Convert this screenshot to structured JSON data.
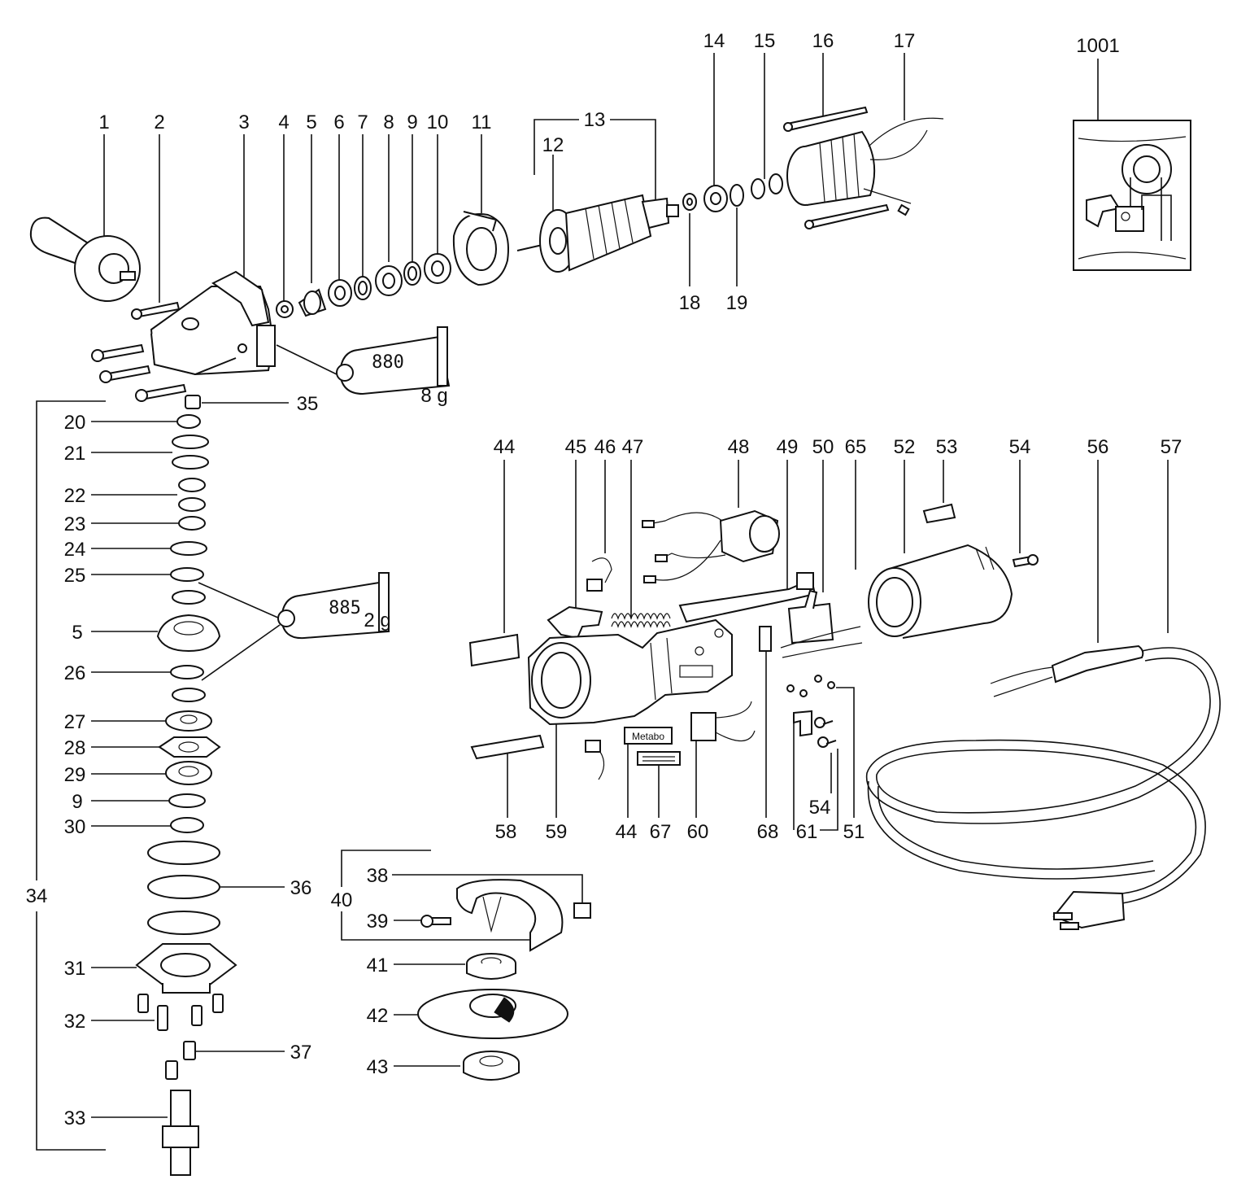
{
  "labels": [
    {
      "id": "1",
      "text": "1"
    },
    {
      "id": "2",
      "text": "2"
    },
    {
      "id": "3",
      "text": "3"
    },
    {
      "id": "4",
      "text": "4"
    },
    {
      "id": "5a",
      "text": "5"
    },
    {
      "id": "6",
      "text": "6"
    },
    {
      "id": "7",
      "text": "7"
    },
    {
      "id": "8",
      "text": "8"
    },
    {
      "id": "9a",
      "text": "9"
    },
    {
      "id": "10",
      "text": "10"
    },
    {
      "id": "11",
      "text": "11"
    },
    {
      "id": "12",
      "text": "12"
    },
    {
      "id": "13",
      "text": "13"
    },
    {
      "id": "14",
      "text": "14"
    },
    {
      "id": "15",
      "text": "15"
    },
    {
      "id": "16",
      "text": "16"
    },
    {
      "id": "17",
      "text": "17"
    },
    {
      "id": "18",
      "text": "18"
    },
    {
      "id": "19",
      "text": "19"
    },
    {
      "id": "1001",
      "text": "1001"
    },
    {
      "id": "35",
      "text": "35"
    },
    {
      "id": "20",
      "text": "20"
    },
    {
      "id": "21",
      "text": "21"
    },
    {
      "id": "22",
      "text": "22"
    },
    {
      "id": "23",
      "text": "23"
    },
    {
      "id": "24",
      "text": "24"
    },
    {
      "id": "25",
      "text": "25"
    },
    {
      "id": "5b",
      "text": "5"
    },
    {
      "id": "26",
      "text": "26"
    },
    {
      "id": "27",
      "text": "27"
    },
    {
      "id": "28",
      "text": "28"
    },
    {
      "id": "29",
      "text": "29"
    },
    {
      "id": "9b",
      "text": "9"
    },
    {
      "id": "30",
      "text": "30"
    },
    {
      "id": "34",
      "text": "34"
    },
    {
      "id": "36",
      "text": "36"
    },
    {
      "id": "31",
      "text": "31"
    },
    {
      "id": "32",
      "text": "32"
    },
    {
      "id": "37",
      "text": "37"
    },
    {
      "id": "33",
      "text": "33"
    },
    {
      "id": "38",
      "text": "38"
    },
    {
      "id": "40",
      "text": "40"
    },
    {
      "id": "39",
      "text": "39"
    },
    {
      "id": "41",
      "text": "41"
    },
    {
      "id": "42",
      "text": "42"
    },
    {
      "id": "43",
      "text": "43"
    },
    {
      "id": "44a",
      "text": "44"
    },
    {
      "id": "45",
      "text": "45"
    },
    {
      "id": "46",
      "text": "46"
    },
    {
      "id": "47",
      "text": "47"
    },
    {
      "id": "48",
      "text": "48"
    },
    {
      "id": "49",
      "text": "49"
    },
    {
      "id": "50",
      "text": "50"
    },
    {
      "id": "65",
      "text": "65"
    },
    {
      "id": "52",
      "text": "52"
    },
    {
      "id": "53",
      "text": "53"
    },
    {
      "id": "54a",
      "text": "54"
    },
    {
      "id": "56",
      "text": "56"
    },
    {
      "id": "57",
      "text": "57"
    },
    {
      "id": "58",
      "text": "58"
    },
    {
      "id": "59",
      "text": "59"
    },
    {
      "id": "44b",
      "text": "44"
    },
    {
      "id": "67",
      "text": "67"
    },
    {
      "id": "60",
      "text": "60"
    },
    {
      "id": "68",
      "text": "68"
    },
    {
      "id": "61",
      "text": "61"
    },
    {
      "id": "54b",
      "text": "54"
    },
    {
      "id": "51",
      "text": "51"
    }
  ],
  "grease_tubes": [
    {
      "id": "tube-880",
      "code": "880",
      "amount": "8 g"
    },
    {
      "id": "tube-885",
      "code": "885",
      "amount": "2 g"
    }
  ],
  "brand_plate": "Metabo"
}
